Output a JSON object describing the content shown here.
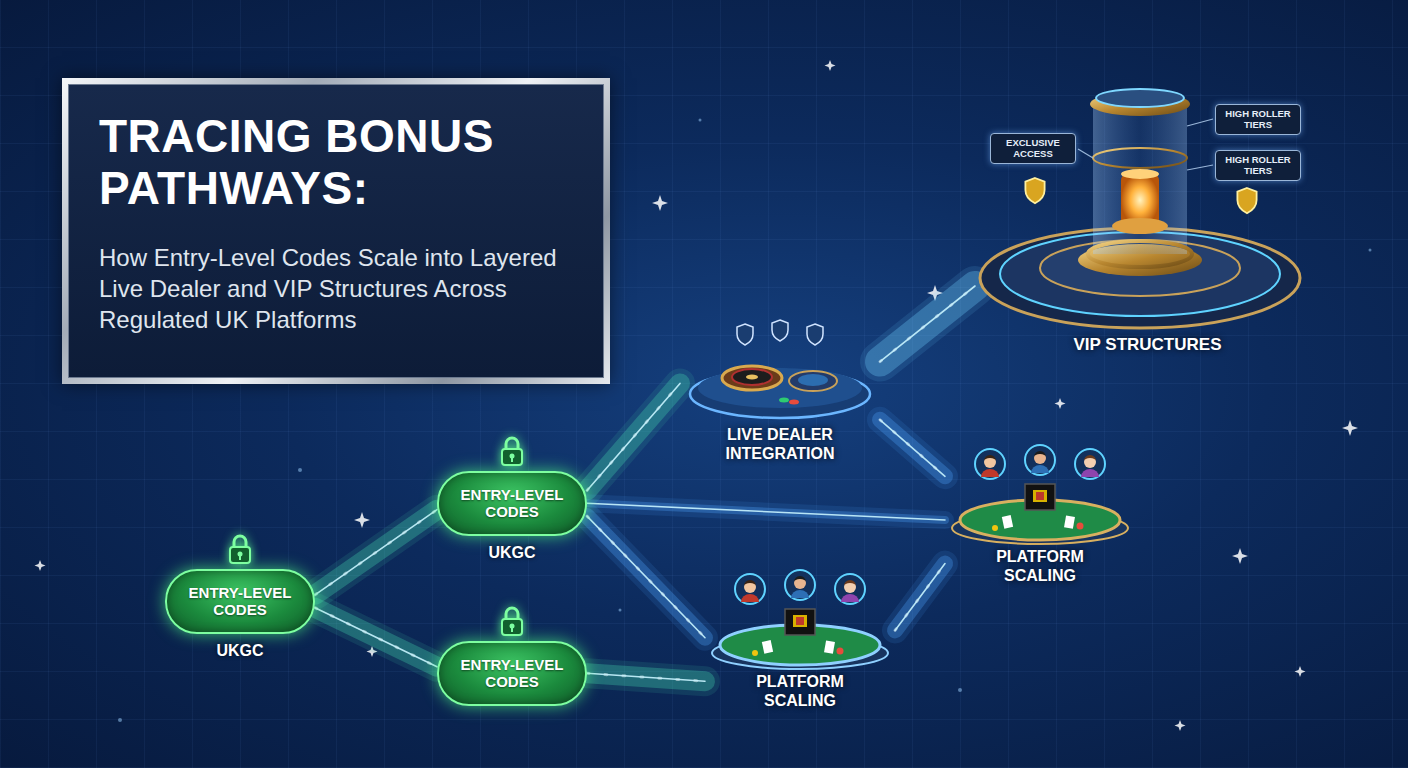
{
  "diagram": {
    "title": "TRACING BONUS PATHWAYS:",
    "caption": "How Entry-Level Codes Scale into Layered Live Dealer and VIP Structures Across Regulated UK Platforms",
    "nodes": [
      {
        "text": [
          "ENTRY-LEVEL CODES",
          "UKGC"
        ]
      },
      {
        "text": [
          "ENTRY-LEVEL CODES",
          "UKGC"
        ]
      },
      {
        "text": [
          "ENTRY-LEVEL CODES"
        ]
      },
      {
        "text": [
          "LIVE DEALER INTEGRATION"
        ]
      },
      {
        "text": [
          "PLATFORM SCALING"
        ]
      },
      {
        "text": [
          "PLATFORM SCALING"
        ]
      },
      {
        "text": [
          "VIP STRUCTURES"
        ]
      },
      {
        "text": [
          "EXCLUSIVE ACCESS"
        ],
        "in": 6
      },
      {
        "text": [
          "HIGH ROLLER TIERS"
        ],
        "in": 6
      },
      {
        "text": [
          "HIGH ROLLER TIERS"
        ],
        "in": 6
      }
    ],
    "edges": [
      {
        "from": 0,
        "to": 1,
        "arrow": "none"
      },
      {
        "from": 0,
        "to": 2,
        "arrow": "none"
      },
      {
        "from": 1,
        "to": 3,
        "arrow": "none"
      },
      {
        "from": 1,
        "to": 4,
        "arrow": "none"
      },
      {
        "from": 1,
        "to": 5,
        "arrow": "none"
      },
      {
        "from": 2,
        "to": 4,
        "arrow": "none"
      },
      {
        "from": 3,
        "to": 6,
        "arrow": "none"
      },
      {
        "from": 3,
        "to": 5,
        "arrow": "none"
      },
      {
        "from": 4,
        "to": 5,
        "arrow": "none"
      }
    ]
  }
}
